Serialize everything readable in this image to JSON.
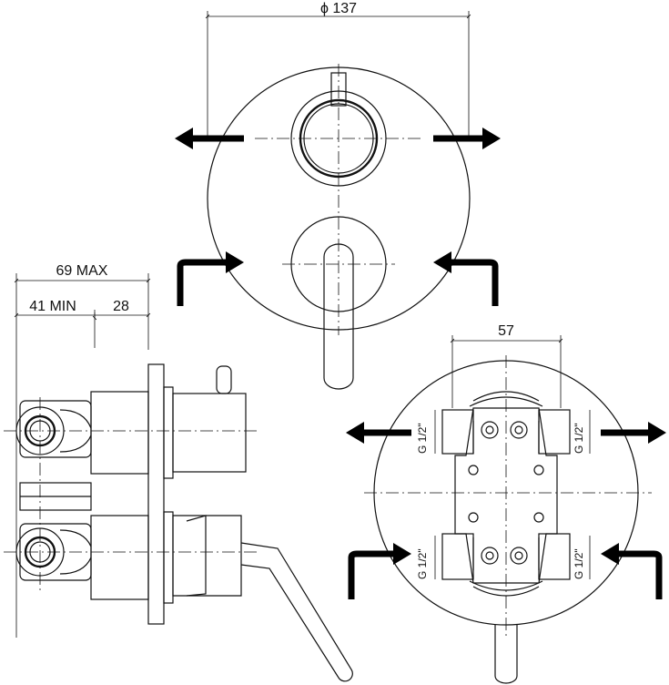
{
  "dimensions": {
    "diameter": "ϕ 137",
    "max_depth": "69 MAX",
    "min_depth": "41 MIN",
    "plate_offset": "28",
    "center_distance": "57"
  },
  "thread_label": "G 1/2\"",
  "colors": {
    "line": "#111111",
    "arrow": "#000000",
    "background": "#ffffff"
  }
}
